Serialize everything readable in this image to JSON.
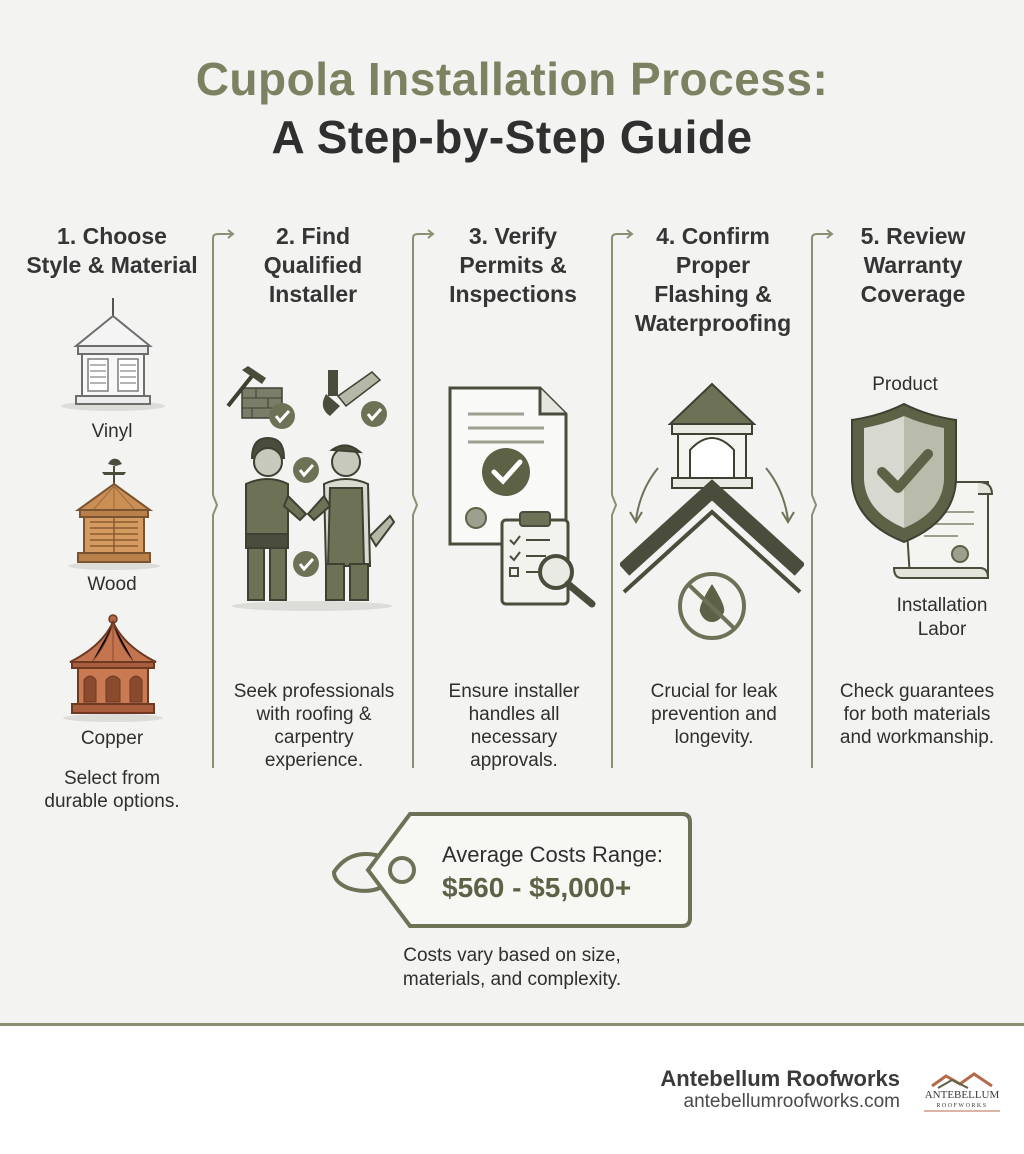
{
  "title": {
    "line1": "Cupola Installation Process:",
    "line2": "A Step-by-Step Guide"
  },
  "steps": [
    {
      "title": [
        "1. Choose",
        "Style & Material"
      ],
      "options": [
        "Vinyl",
        "Wood",
        "Copper"
      ],
      "description": [
        "Select from",
        "durable options."
      ]
    },
    {
      "title": [
        "2. Find",
        "Qualified",
        "Installer"
      ],
      "description": [
        "Seek professionals",
        "with roofing &",
        "carpentry",
        "experience."
      ]
    },
    {
      "title": [
        "3. Verify",
        "Permits &",
        "Inspections"
      ],
      "description": [
        "Ensure installer",
        "handles all",
        "necessary",
        "approvals."
      ]
    },
    {
      "title": [
        "4. Confirm",
        "Proper",
        "Flashing &",
        "Waterproofing"
      ],
      "description": [
        "Crucial for leak",
        "prevention and",
        "longevity."
      ]
    },
    {
      "title": [
        "5. Review",
        "Warranty",
        "Coverage"
      ],
      "labels": [
        "Product",
        "Installation",
        "Labor"
      ],
      "description": [
        "Check guarantees",
        "for both materials",
        "and workmanship."
      ]
    }
  ],
  "cost": {
    "label": "Average Costs Range:",
    "value": "$560 - $5,000+",
    "note": [
      "Costs vary based on size,",
      "materials, and complexity."
    ]
  },
  "footer": {
    "brand": "Antebellum Roofworks",
    "url": "antebellumroofworks.com",
    "logo_text": "ANTEBELLUM",
    "logo_subtext": "ROOFWORKS"
  },
  "colors": {
    "accent": "#7c8161",
    "dark_olive": "#5d6145",
    "icon_dark": "#4a4d3c",
    "background": "#f3f3f1",
    "copper": "#b5694a",
    "wood": "#c98f55"
  }
}
